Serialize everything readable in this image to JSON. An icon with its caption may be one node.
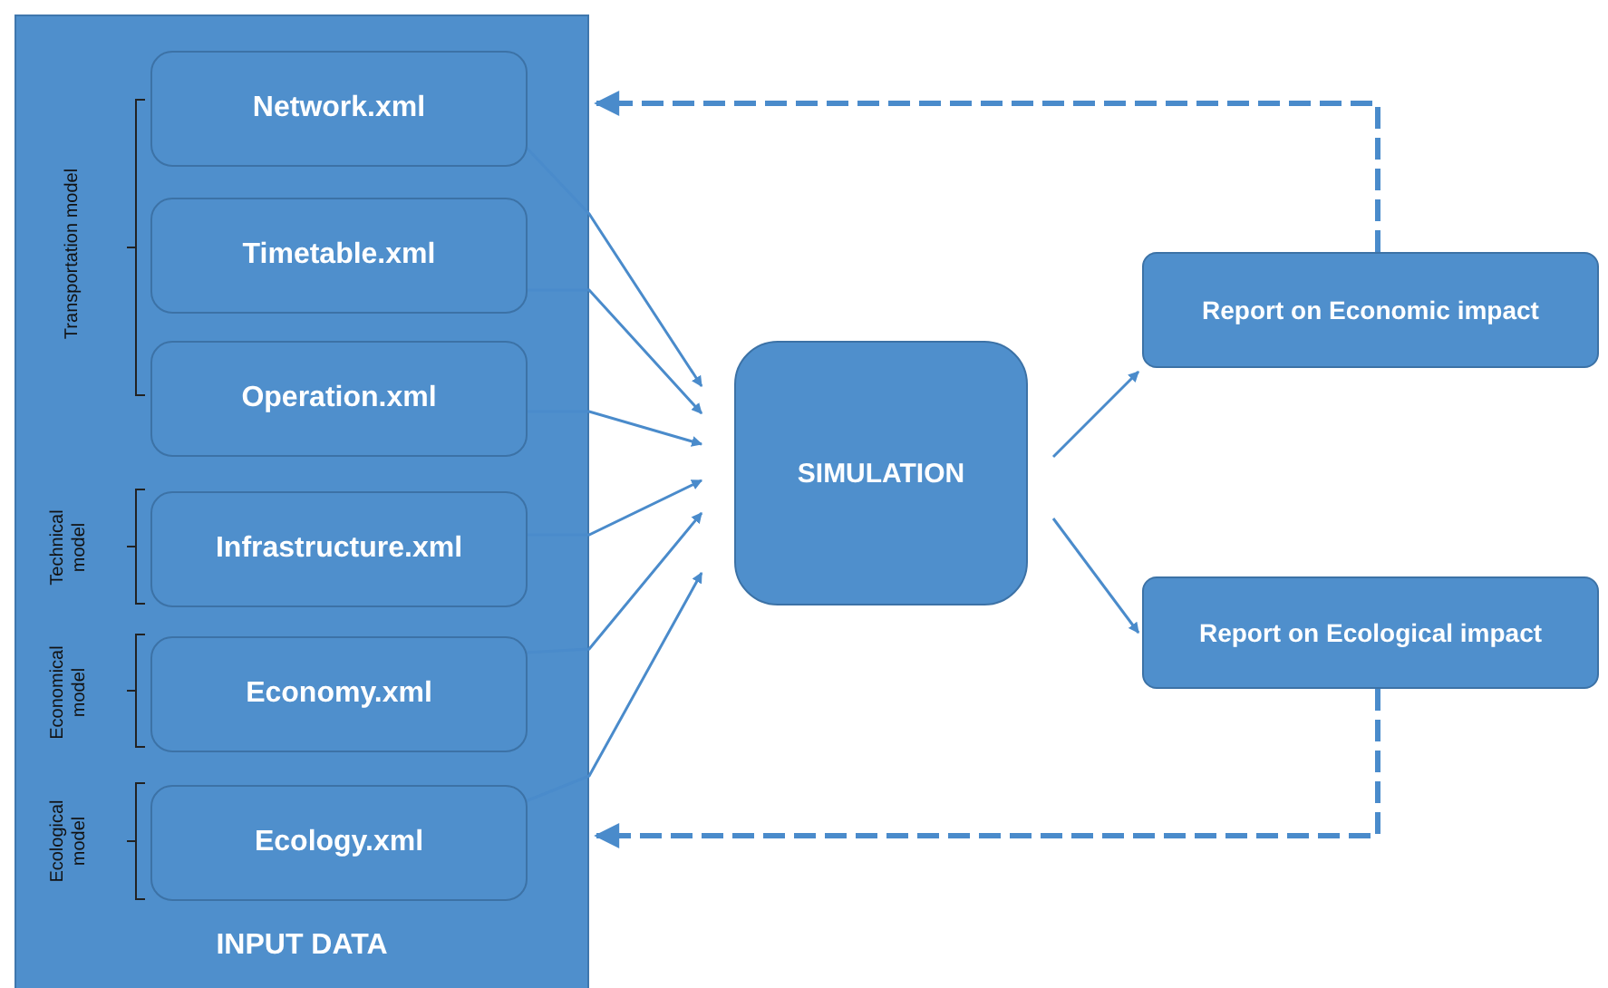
{
  "diagram": {
    "nodes": [
      {
        "text": [
          "INPUT DATA"
        ]
      },
      {
        "text": [
          "Network.xml"
        ],
        "in": 0
      },
      {
        "text": [
          "Timetable.xml"
        ],
        "in": 0
      },
      {
        "text": [
          "Operation.xml"
        ],
        "in": 0
      },
      {
        "text": [
          "Infrastructure.xml"
        ],
        "in": 0
      },
      {
        "text": [
          "Economy.xml"
        ],
        "in": 0
      },
      {
        "text": [
          "Ecology.xml"
        ],
        "in": 0
      },
      {
        "text": [
          "SIMULATION"
        ]
      },
      {
        "text": [
          "Report on Economic impact"
        ]
      },
      {
        "text": [
          "Report on Ecological impact"
        ]
      }
    ],
    "edges": [
      {
        "from": 1,
        "to": 7,
        "arrow": "to"
      },
      {
        "from": 2,
        "to": 7,
        "arrow": "to"
      },
      {
        "from": 3,
        "to": 7,
        "arrow": "to"
      },
      {
        "from": 4,
        "to": 7,
        "arrow": "to"
      },
      {
        "from": 5,
        "to": 7,
        "arrow": "to"
      },
      {
        "from": 6,
        "to": 7,
        "arrow": "to"
      },
      {
        "from": 7,
        "to": 8,
        "arrow": "to"
      },
      {
        "from": 7,
        "to": 9,
        "arrow": "to"
      },
      {
        "from": 8,
        "to": 0,
        "arrow": "to",
        "style": "dashed"
      },
      {
        "from": 9,
        "to": 0,
        "arrow": "to",
        "style": "dashed"
      }
    ],
    "labels": [
      "Transportation model",
      "Technical model",
      "Economical model",
      "Ecological model"
    ]
  }
}
